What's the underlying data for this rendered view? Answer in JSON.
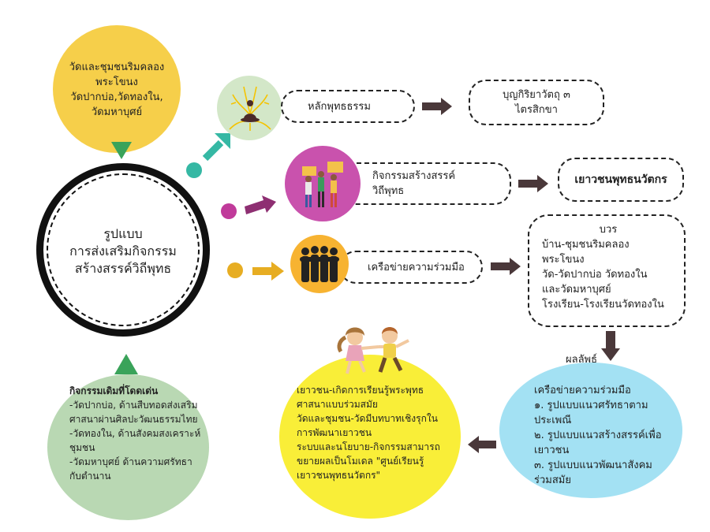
{
  "top_left_note": {
    "lines": [
      "วัดและชุมชนริมคลอง",
      "พระโขนง",
      "วัดปากบ่อ,วัดทองใน,",
      "วัดมหาบุศย์"
    ]
  },
  "center": {
    "lines": [
      "รูปแบบ",
      "การส่งเสริมกิจกรรม",
      "สร้างสรรค์วิถีพุทธ"
    ]
  },
  "branches": {
    "principle": "หลักพุทธธรรม",
    "principle_result": [
      "บุญกิริยาวัตถุ ๓",
      "ไตรสิกขา"
    ],
    "activity": [
      "กิจกรรมสร้างสรรค์",
      "วิถีพุทธ"
    ],
    "activity_result": "เยาวชนพุทธนวัตกร",
    "network": "เครือข่ายความร่วมมือ",
    "network_members": [
      "บวร",
      "บ้าน-ชุมชนริมคลอง",
      "พระโขนง",
      "วัด-วัดปากบ่อ วัดทองใน",
      "และวัดมหาบุศย์",
      "โรงเรียน-โรงเรียนวัดทองใน"
    ]
  },
  "results": {
    "label": "ผลลัพธ์",
    "lines": [
      "เครือข่ายความร่วมมือ",
      "๑. รูปแบบแนวศรัทธาตาม",
      "ประเพณี",
      "๒. รูปแบบแนวสร้างสรรค์เพื่อ",
      "เยาวชน",
      "๓. รูปแบบแนวพัฒนาสังคม",
      "ร่วมสมัย"
    ]
  },
  "outcome": {
    "lines": [
      "เยาวชน-เกิดการเรียนรู้พระพุทธ",
      "ศาสนาแบบร่วมสมัย",
      "วัดและชุมชน-วัดมีบทบาทเชิงรุกใน",
      "การพัฒนาเยาวชน",
      "ระบบและนโยบาย-กิจกรรมสามารถ",
      "ขยายผลเป็นโมเดล \"ศูนย์เรียนรู้",
      "เยาวชนพุทธนวัตกร\""
    ]
  },
  "highlights": {
    "title": "กิจกรรมเดิมที่โดดเด่น",
    "lines": [
      "-วัดปากบ่อ, ด้านสืบทอดส่งเสริม",
      "ศาสนาผ่านศิลปะวัฒนธรรมไทย",
      "-วัดทองใน, ด้านสังคมสงเคราะห์",
      "ชุมชน",
      "-วัดมหาบุศย์ ด้านความศรัทธา",
      "กับตำนาน"
    ]
  },
  "colors": {
    "yellow": "#f6cf4a",
    "green": "#3aa35a",
    "teal": "#35b8a4",
    "magenta": "#c03a9a",
    "gold": "#e7ad22",
    "light_green": "#d3e7c8",
    "pink_circle": "#c952ad",
    "orange_circle": "#f7b331",
    "cyan": "#a3e1f3",
    "bright_yellow": "#f9ee38",
    "sage": "#b9d8b3",
    "dark_arrow": "#4a383a"
  },
  "icons": {
    "buddha": "buddha-icon",
    "people": "protest-people-icon",
    "group": "group-hug-icon",
    "kids": "children-playing-icon"
  }
}
